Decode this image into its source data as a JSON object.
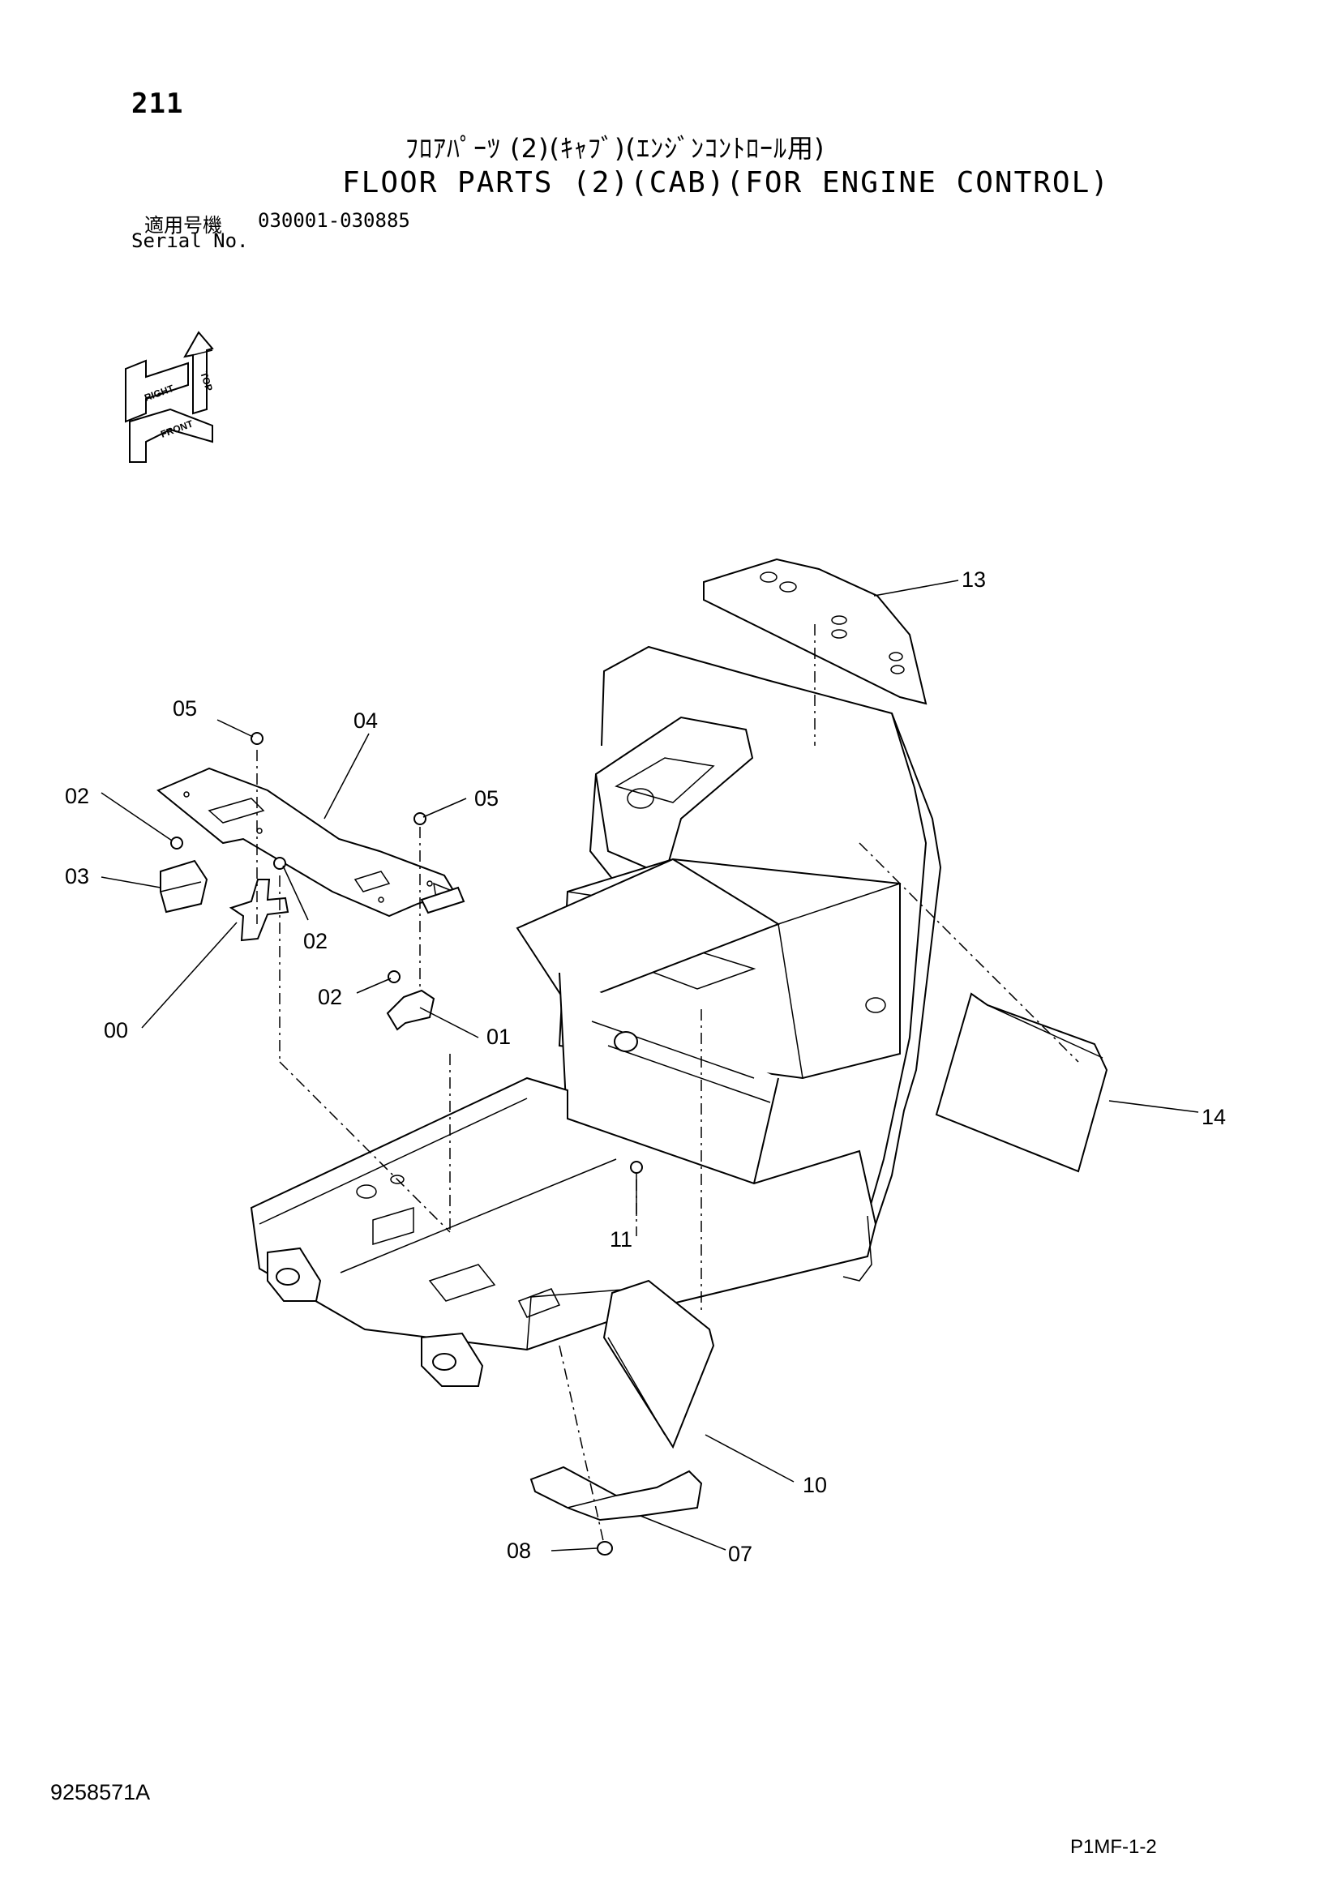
{
  "header": {
    "page_number": "211",
    "title_jp": "ﾌﾛｱﾊﾟｰﾂ (2)(ｷｬﾌﾞ)(ｴﾝｼﾞﾝｺﾝﾄﾛｰﾙ用)",
    "title_en": "FLOOR PARTS (2)(CAB)(FOR ENGINE CONTROL)",
    "serial_label_jp": "適用号機",
    "serial_range": "030001-030885",
    "serial_label_en": "Serial No."
  },
  "orientation_icon": {
    "labels": [
      "TOP",
      "RIGHT",
      "FRONT"
    ]
  },
  "callouts": [
    {
      "id": "13",
      "label": "13"
    },
    {
      "id": "05a",
      "label": "05"
    },
    {
      "id": "04",
      "label": "04"
    },
    {
      "id": "05b",
      "label": "05"
    },
    {
      "id": "02a",
      "label": "02"
    },
    {
      "id": "03",
      "label": "03"
    },
    {
      "id": "00",
      "label": "00"
    },
    {
      "id": "02b",
      "label": "02"
    },
    {
      "id": "02c",
      "label": "02"
    },
    {
      "id": "01",
      "label": "01"
    },
    {
      "id": "14",
      "label": "14"
    },
    {
      "id": "11",
      "label": "11"
    },
    {
      "id": "10",
      "label": "10"
    },
    {
      "id": "08",
      "label": "08"
    },
    {
      "id": "07",
      "label": "07"
    }
  ],
  "footer": {
    "document_code": "9258571A",
    "page_code": "P1MF-1-2"
  }
}
